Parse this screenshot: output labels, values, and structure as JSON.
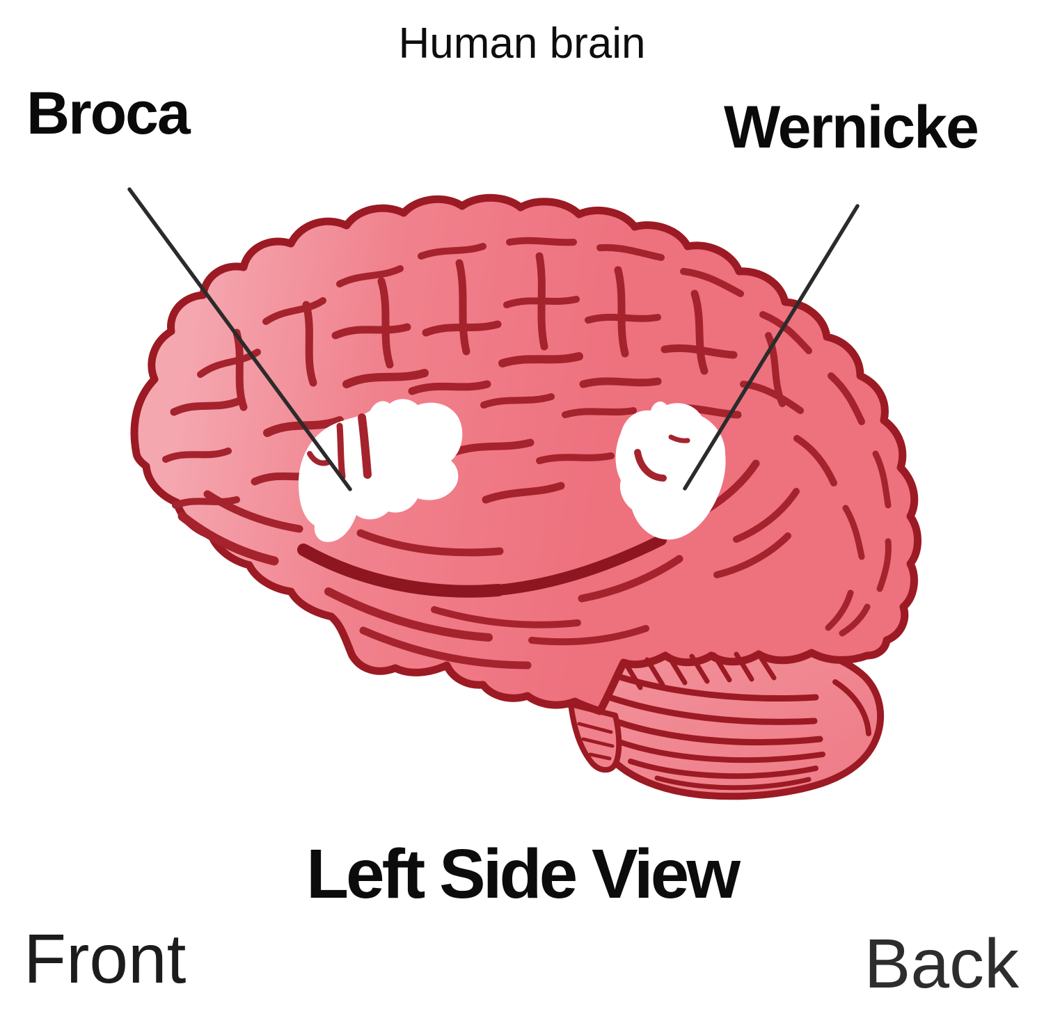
{
  "title": "Human brain",
  "labels": {
    "broca": "Broca",
    "wernicke": "Wernicke"
  },
  "caption": "Left Side View",
  "orientation": {
    "front": "Front",
    "back": "Back"
  },
  "colors": {
    "background": "#ffffff",
    "brain_pink": "#ee7580",
    "brain_pink_light": "#f5a7b0",
    "brain_outline": "#9c1a23",
    "sulcus_red": "#a5232d",
    "fissure_dark_red": "#8e1620",
    "area_highlight_white": "#ffffff",
    "leader_line": "#2b2b2b",
    "text": "#111111"
  }
}
